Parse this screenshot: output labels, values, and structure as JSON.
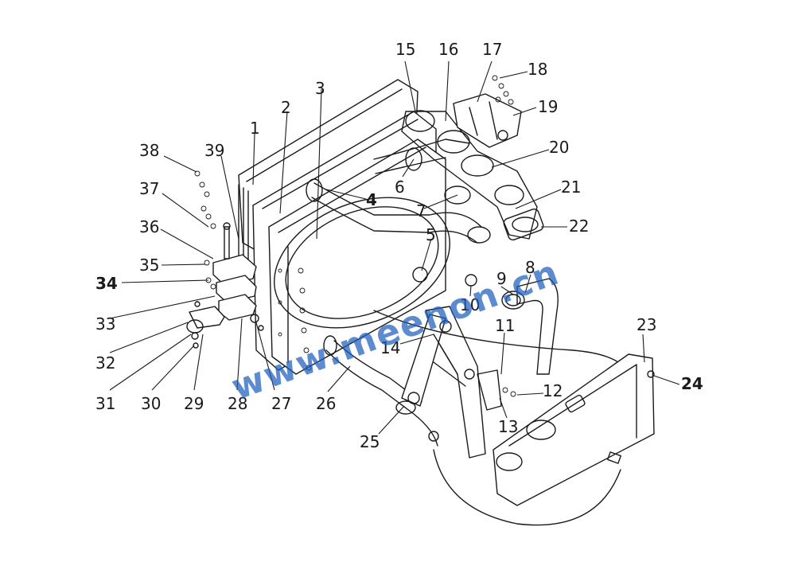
{
  "watermark": "www.meenon.cn",
  "callouts": [
    "1",
    "2",
    "3",
    "4",
    "5",
    "6",
    "7",
    "8",
    "9",
    "10",
    "11",
    "12",
    "13",
    "14",
    "15",
    "16",
    "17",
    "18",
    "19",
    "20",
    "21",
    "22",
    "23",
    "24",
    "25",
    "26",
    "27",
    "28",
    "29",
    "30",
    "31",
    "32",
    "33",
    "34",
    "35",
    "36",
    "37",
    "38",
    "39"
  ]
}
